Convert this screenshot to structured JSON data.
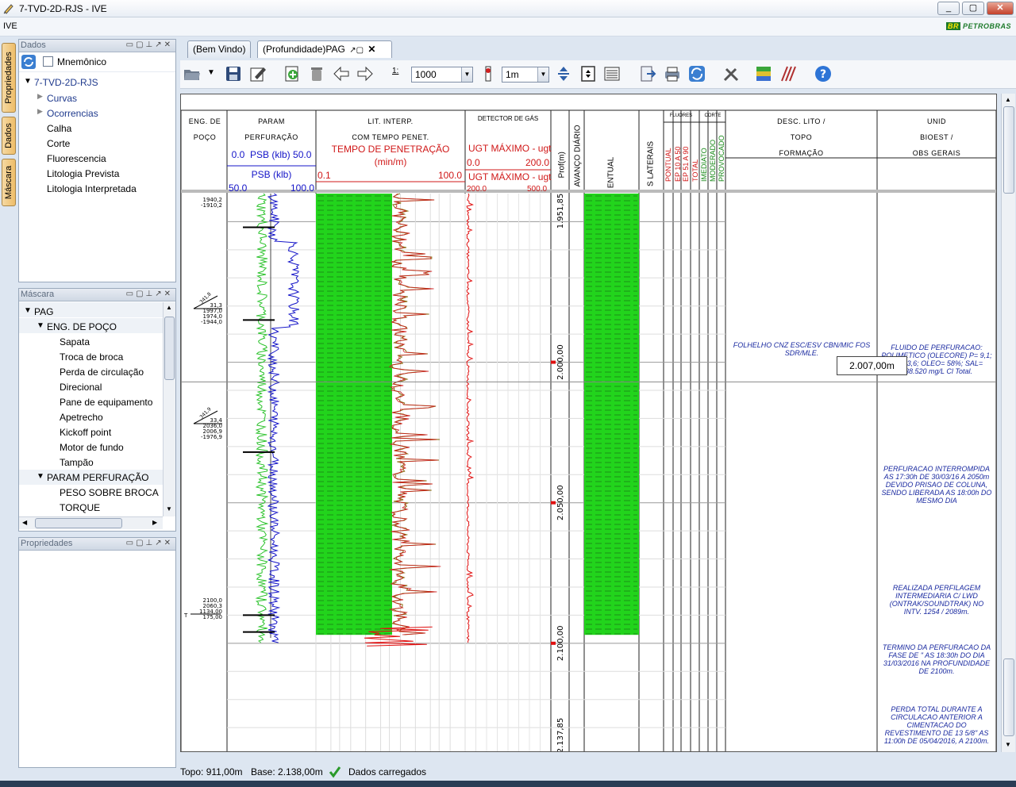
{
  "window": {
    "title": "7-TVD-2D-RJS - IVE",
    "min": "_",
    "max": "▢",
    "close": "✕"
  },
  "menubar": {
    "label": "IVE",
    "brand_logo": "BR",
    "brand_name": "PETROBRAS"
  },
  "side_tabs": [
    "Propriedades",
    "Dados",
    "Máscara"
  ],
  "dados_panel": {
    "title": "Dados",
    "mnemonico_label": "Mnemônico",
    "well": "7-TVD-2D-RJS",
    "items": [
      "Curvas",
      "Ocorrencias",
      "Calha",
      "Corte",
      "Fluorescencia",
      "Litologia Prevista",
      "Litologia Interpretada"
    ]
  },
  "mascara_panel": {
    "title": "Máscara",
    "root": "PAG",
    "groups": [
      {
        "label": "ENG. DE POÇO",
        "items": [
          "Sapata",
          "Troca de broca",
          "Perda de circulação",
          "Direcional",
          "Pane de equipamento",
          "Apetrecho",
          "Kickoff point",
          "Motor de fundo",
          "Tampão"
        ]
      },
      {
        "label": "PARAM PERFURAÇÃO",
        "items": [
          "PESO SOBRE BROCA",
          "TORQUE"
        ]
      }
    ]
  },
  "propriedades_panel": {
    "title": "Propriedades"
  },
  "tabs": [
    "(Bem Vindo)",
    "(Profundidade)PAG"
  ],
  "toolbar": {
    "scale_label": "1:",
    "scale_value": "1000",
    "depth_step": "1m"
  },
  "log_headers": {
    "eng_poco": [
      "ENG. DE",
      "POÇO"
    ],
    "param": [
      "PARAM",
      "PERFURAÇÃO"
    ],
    "psb1_min": "0.0",
    "psb1_name": "PSB (klb)",
    "psb1_max": "50.0",
    "psb2_name": "PSB (klb)",
    "psb2_min": "50.0",
    "psb2_max": "100.0",
    "lit": [
      "LIT. INTERP.",
      "COM TEMPO PENET."
    ],
    "tp_name": "TEMPO DE PENETRAÇÃO",
    "tp_units": "(min/m)",
    "tp_min": "0.1",
    "tp_max": "100.0",
    "gas": "DETECTOR DE GÁS",
    "ugt1_name": "UGT MÁXIMO - ugt",
    "ugt1_min": "0.0",
    "ugt1_max": "200.0",
    "ugt2_name": "UGT MÁXIMO - ugt",
    "ugt2_min": "200.0",
    "ugt2_max": "500.0",
    "prof": "Prof(m)",
    "avanco": "AVANÇO DIÁRIO",
    "percentual": "ENTUAL",
    "laterais": "S LATERAIS",
    "fluores": "FLUORES",
    "fluor_cols": [
      "PONTUAL",
      "EP 10 A 50",
      "EP 51 A 90",
      "TOTAL"
    ],
    "corte": "CORTE",
    "corte_cols": [
      "IMEDIATO",
      "MODERADO",
      "PROVOCADO"
    ],
    "desc": [
      "DESC. LITO /",
      "TOPO",
      "FORMAÇÃO"
    ],
    "unid": [
      "UNID",
      "BIOEST /",
      "OBS GERAIS"
    ]
  },
  "depth_labels": [
    "1.951,85",
    "2.000,00",
    "2.050,00",
    "2.100,00",
    "2.137,85"
  ],
  "eng_annotations": [
    [
      "1940,2",
      "-1910,2"
    ],
    [
      "31,3",
      "1997,0",
      "1974,0",
      "-1944,0"
    ],
    [
      "33,4",
      "2036,0",
      "2006,9",
      "-1976,9"
    ],
    [
      "2100,0",
      "2060,3",
      "1134,00",
      "175,00"
    ]
  ],
  "eng_angles": [
    "341,8",
    "341,9"
  ],
  "eng_marker": "T",
  "cursor_depth": "2.007,00m",
  "desc_comment": "FOLHELHO CNZ ESC/ESV CBN/MIC FOS\nSDR/MLE.",
  "obs_comments": [
    "FLUIDO DE PERFURACAO:\nPOLIMETICO (OLECORE) P= 9,1;\nFIL= 3,6; OLEO= 58%; SAL=\n138.520 mg/L Cl Total.",
    "PERFURACAO INTERROMPIDA\nAS 17:30h DE 30/03/16 A 2050m\nDEVIDO PRISAO DE COLUNA,\nSENDO LIBERADA AS 18:00h DO\nMESMO DIA",
    "REALIZADA PERFILAGEM\nINTERMEDIARIA C/ LWD\n(ONTRAK/SOUNDTRAK) NO\nINTV. 1254 / 2089m.",
    "TERMINO DA PERFURACAO DA\nFASE DE \" AS 18:30h DO DIA\n31/03/2016 NA PROFUNDIDADE\nDE 2100m.",
    "PERDA TOTAL DURANTE A\nCIRCULACAO ANTERIOR A\nCIMENTACAO DO\nREVESTIMENTO DE 13 5/8\" AS\n11:00h DE 05/04/2016, A 2100m."
  ],
  "status": {
    "topo": "Topo: 911,00m",
    "base": "Base: 2.138,00m",
    "message": "Dados carregados"
  },
  "colors": {
    "lithology": "#22d41c",
    "psb1": "#29c229",
    "psb2": "#1414c8",
    "gas": "#e01010",
    "comment": "#1a2aa0"
  }
}
